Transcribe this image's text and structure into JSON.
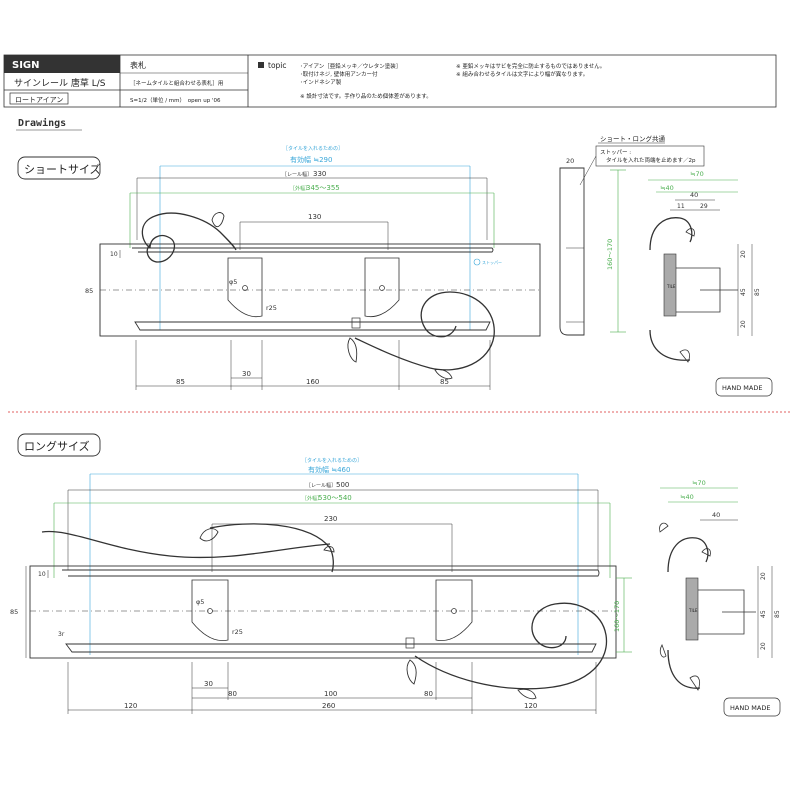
{
  "header": {
    "category": "SIGN",
    "product_name": "サインレール 唐草 L/S",
    "material_badge": "ロートアイアン",
    "usage_title": "表札",
    "usage_note": "［ネームタイルと組合わせる表札］用",
    "scale": "S=1/2（単位 / mm）　open up '06",
    "topic_label": "topic",
    "topic_items": [
      "･アイアン［亜鉛メッキ／ウレタン塗装］",
      "･取付けネジ, 壁体用アンカー付",
      "･インドネシア製"
    ],
    "topic_footnote": "※ 設計寸法です。手作り品のため個体差があります。",
    "notes": [
      "※ 亜鉛メッキはサビを完全に防止するものではありません。",
      "※ 組み合わせるタイルは文字により幅が異なります。"
    ]
  },
  "drawings_title": "Drawings",
  "short": {
    "title": "ショートサイズ",
    "tile_note": "［タイルを入れるための］",
    "effective_width": "有効幅 ≒290",
    "rail_label": "［レール幅］",
    "rail_value": "330",
    "ext_label": "［外幅］",
    "ext_value": "345～355",
    "mount_width": "130",
    "height": "85",
    "left": "85",
    "right": "85",
    "inner": "160",
    "offset": "30",
    "rail_height": "10",
    "hole": "φ5",
    "radius": "r25",
    "stopper_tag": "ストッパー",
    "section_title": "ショート・ロング共通",
    "section_20": "20",
    "stopper_note": "ストッパー :",
    "stopper_note2": "タイルを入れた両端を止めます／2p",
    "section_height": "160～170",
    "side_70": "≒70",
    "side_40": "≒40",
    "side_40b": "40",
    "side_11": "11",
    "side_29": "29",
    "side_20a": "20",
    "side_45": "45",
    "side_85": "85",
    "side_20b": "20",
    "tile_label": "TILE",
    "hand_made": "HAND MADE"
  },
  "long": {
    "title": "ロングサイズ",
    "tile_note": "［タイルを入れるための］",
    "effective_width": "有効幅 ≒460",
    "rail_label": "［レール幅］",
    "rail_value": "500",
    "ext_label": "［外幅］",
    "ext_value": "530～540",
    "mount_width": "230",
    "height": "85",
    "left": "120",
    "center": "260",
    "right": "120",
    "inner_left": "80",
    "inner_mid": "100",
    "inner_right": "80",
    "offset": "30",
    "rail_height": "10",
    "corner": "3r",
    "hole": "φ5",
    "radius": "r25",
    "section_height": "160～170",
    "side_70": "≒70",
    "side_40": "≒40",
    "side_40b": "40",
    "side_20a": "20",
    "side_45": "45",
    "side_85": "85",
    "side_20b": "20",
    "tile_label": "TILE",
    "hand_made": "HAND MADE"
  },
  "colors": {
    "line": "#333333",
    "dim_blue": "#3aa7d9",
    "dim_green": "#4caf50",
    "separator": "#e06060",
    "badge_bg": "#333333"
  }
}
